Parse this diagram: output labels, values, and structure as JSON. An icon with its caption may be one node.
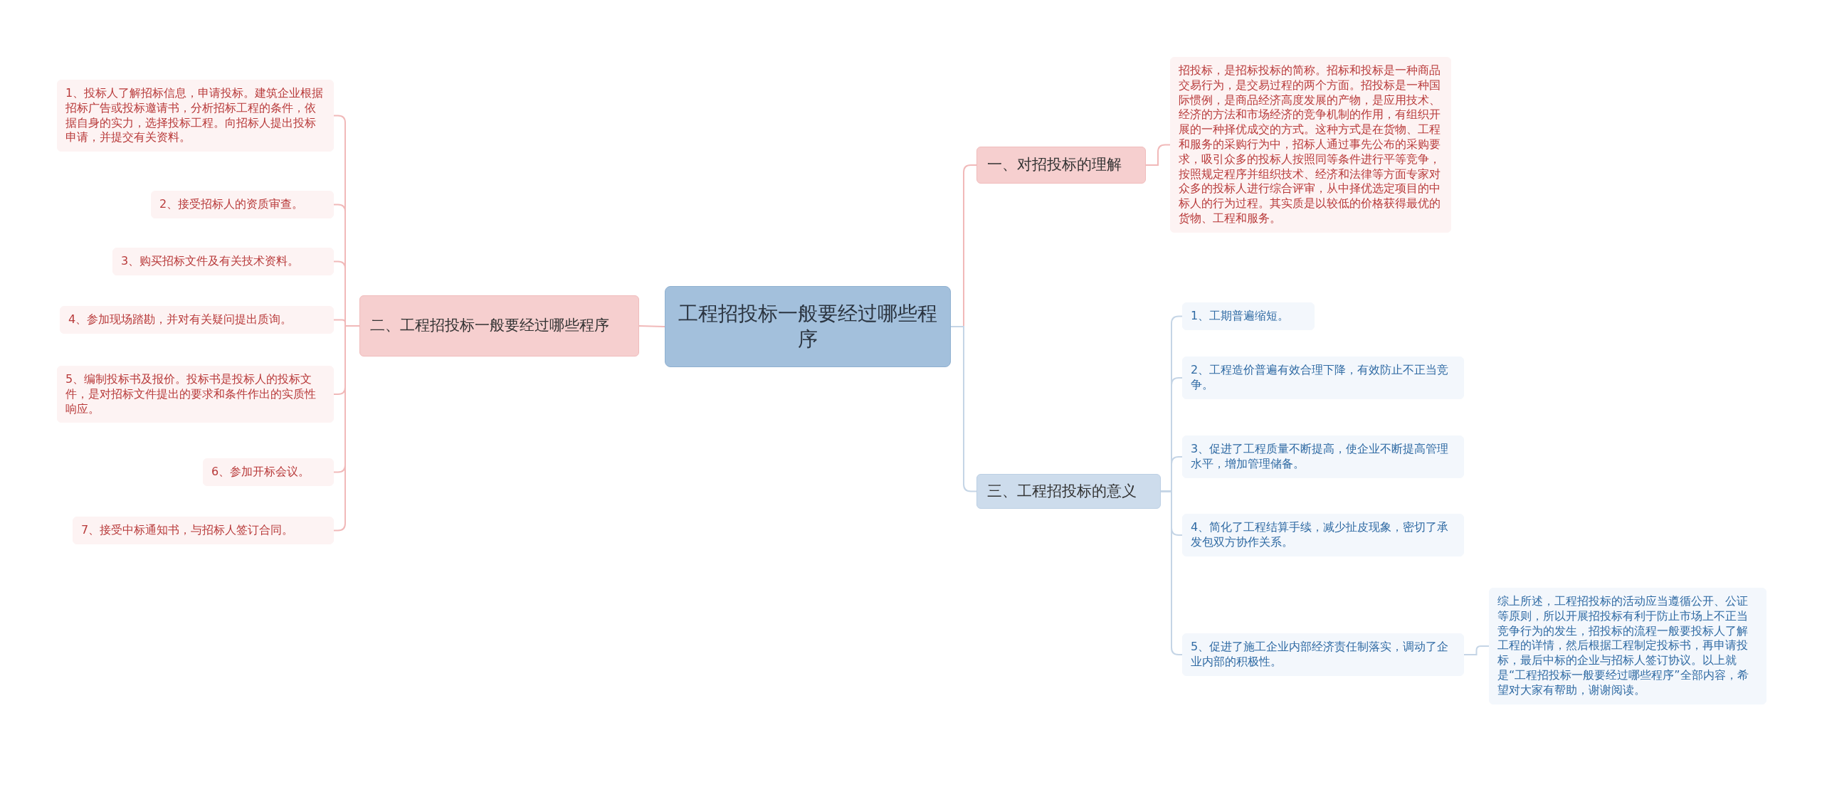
{
  "diagram": {
    "nodes": [
      {
        "text": [
          "工程招投标一般要经过哪些程序"
        ]
      },
      {
        "text": [
          "一、对招投标的理解"
        ]
      },
      {
        "text": [
          "招投标，是招标投标的简称。招标和投标是一种商品交易行为，是交易过程的两个方面。招投标是一种国际惯例，是商品经济高度发展的产物，是应用技术、经济的方法和市场经济的竞争机制的作用，有组织开展的一种择优成交的方式。这种方式是在货物、工程和服务的采购行为中，招标人通过事先公布的采购要求，吸引众多的投标人按照同等条件进行平等竞争，按照规定程序并组织技术、经济和法律等方面专家对众多的投标人进行综合评审，从中择优选定项目的中标人的行为过程。其实质是以较低的价格获得最优的货物、工程和服务。"
        ]
      },
      {
        "text": [
          "二、工程招投标一般要经过哪些程序"
        ]
      },
      {
        "text": [
          "1、投标人了解招标信息，申请投标。建筑企业根据招标广告或投标邀请书，分析招标工程的条件，依据自身的实力，选择投标工程。向招标人提出投标申请，并提交有关资料。"
        ]
      },
      {
        "text": [
          "2、接受招标人的资质审查。"
        ]
      },
      {
        "text": [
          "3、购买招标文件及有关技术资料。"
        ]
      },
      {
        "text": [
          "4、参加现场踏勘，并对有关疑问提出质询。"
        ]
      },
      {
        "text": [
          "5、编制投标书及报价。投标书是投标人的投标文件，是对招标文件提出的要求和条件作出的实质性响应。"
        ]
      },
      {
        "text": [
          "6、参加开标会议。"
        ]
      },
      {
        "text": [
          "7、接受中标通知书，与招标人签订合同。"
        ]
      },
      {
        "text": [
          "三、工程招投标的意义"
        ]
      },
      {
        "text": [
          "1、工期普遍缩短。"
        ]
      },
      {
        "text": [
          "2、工程造价普遍有效合理下降，有效防止不正当竞争。"
        ]
      },
      {
        "text": [
          "3、促进了工程质量不断提高，使企业不断提高管理水平，增加管理储备。"
        ]
      },
      {
        "text": [
          "4、简化了工程结算手续，减少扯皮现象，密切了承发包双方协作关系。"
        ]
      },
      {
        "text": [
          "5、促进了施工企业内部经济责任制落实，调动了企业内部的积极性。"
        ]
      },
      {
        "text": [
          "综上所述，工程招投标的活动应当遵循公开、公证等原则，所以开展招投标有利于防止市场上不正当竞争行为的发生，招投标的流程一般要投标人了解工程的详情，然后根据工程制定投标书，再申请投标，最后中标的企业与招标人签订协议。以上就是“工程招投标一般要经过哪些程序”全部内容，希望对大家有帮助，谢谢阅读。"
        ]
      }
    ],
    "edges": [
      {
        "from": 0,
        "to": 1,
        "arrow": "none"
      },
      {
        "from": 1,
        "to": 2,
        "arrow": "none"
      },
      {
        "from": 0,
        "to": 3,
        "arrow": "none"
      },
      {
        "from": 3,
        "to": 4,
        "arrow": "none"
      },
      {
        "from": 3,
        "to": 5,
        "arrow": "none"
      },
      {
        "from": 3,
        "to": 6,
        "arrow": "none"
      },
      {
        "from": 3,
        "to": 7,
        "arrow": "none"
      },
      {
        "from": 3,
        "to": 8,
        "arrow": "none"
      },
      {
        "from": 3,
        "to": 9,
        "arrow": "none"
      },
      {
        "from": 3,
        "to": 10,
        "arrow": "none"
      },
      {
        "from": 0,
        "to": 11,
        "arrow": "none",
        "color": "#c5d5e6"
      },
      {
        "from": 11,
        "to": 12,
        "arrow": "none",
        "color": "#c5d5e6"
      },
      {
        "from": 11,
        "to": 13,
        "arrow": "none",
        "color": "#c5d5e6"
      },
      {
        "from": 11,
        "to": 14,
        "arrow": "none",
        "color": "#c5d5e6"
      },
      {
        "from": 11,
        "to": 15,
        "arrow": "none",
        "color": "#c5d5e6"
      },
      {
        "from": 11,
        "to": 16,
        "arrow": "none",
        "color": "#c5d5e6"
      },
      {
        "from": 16,
        "to": 17,
        "arrow": "none",
        "color": "#c5d5e6"
      }
    ]
  }
}
